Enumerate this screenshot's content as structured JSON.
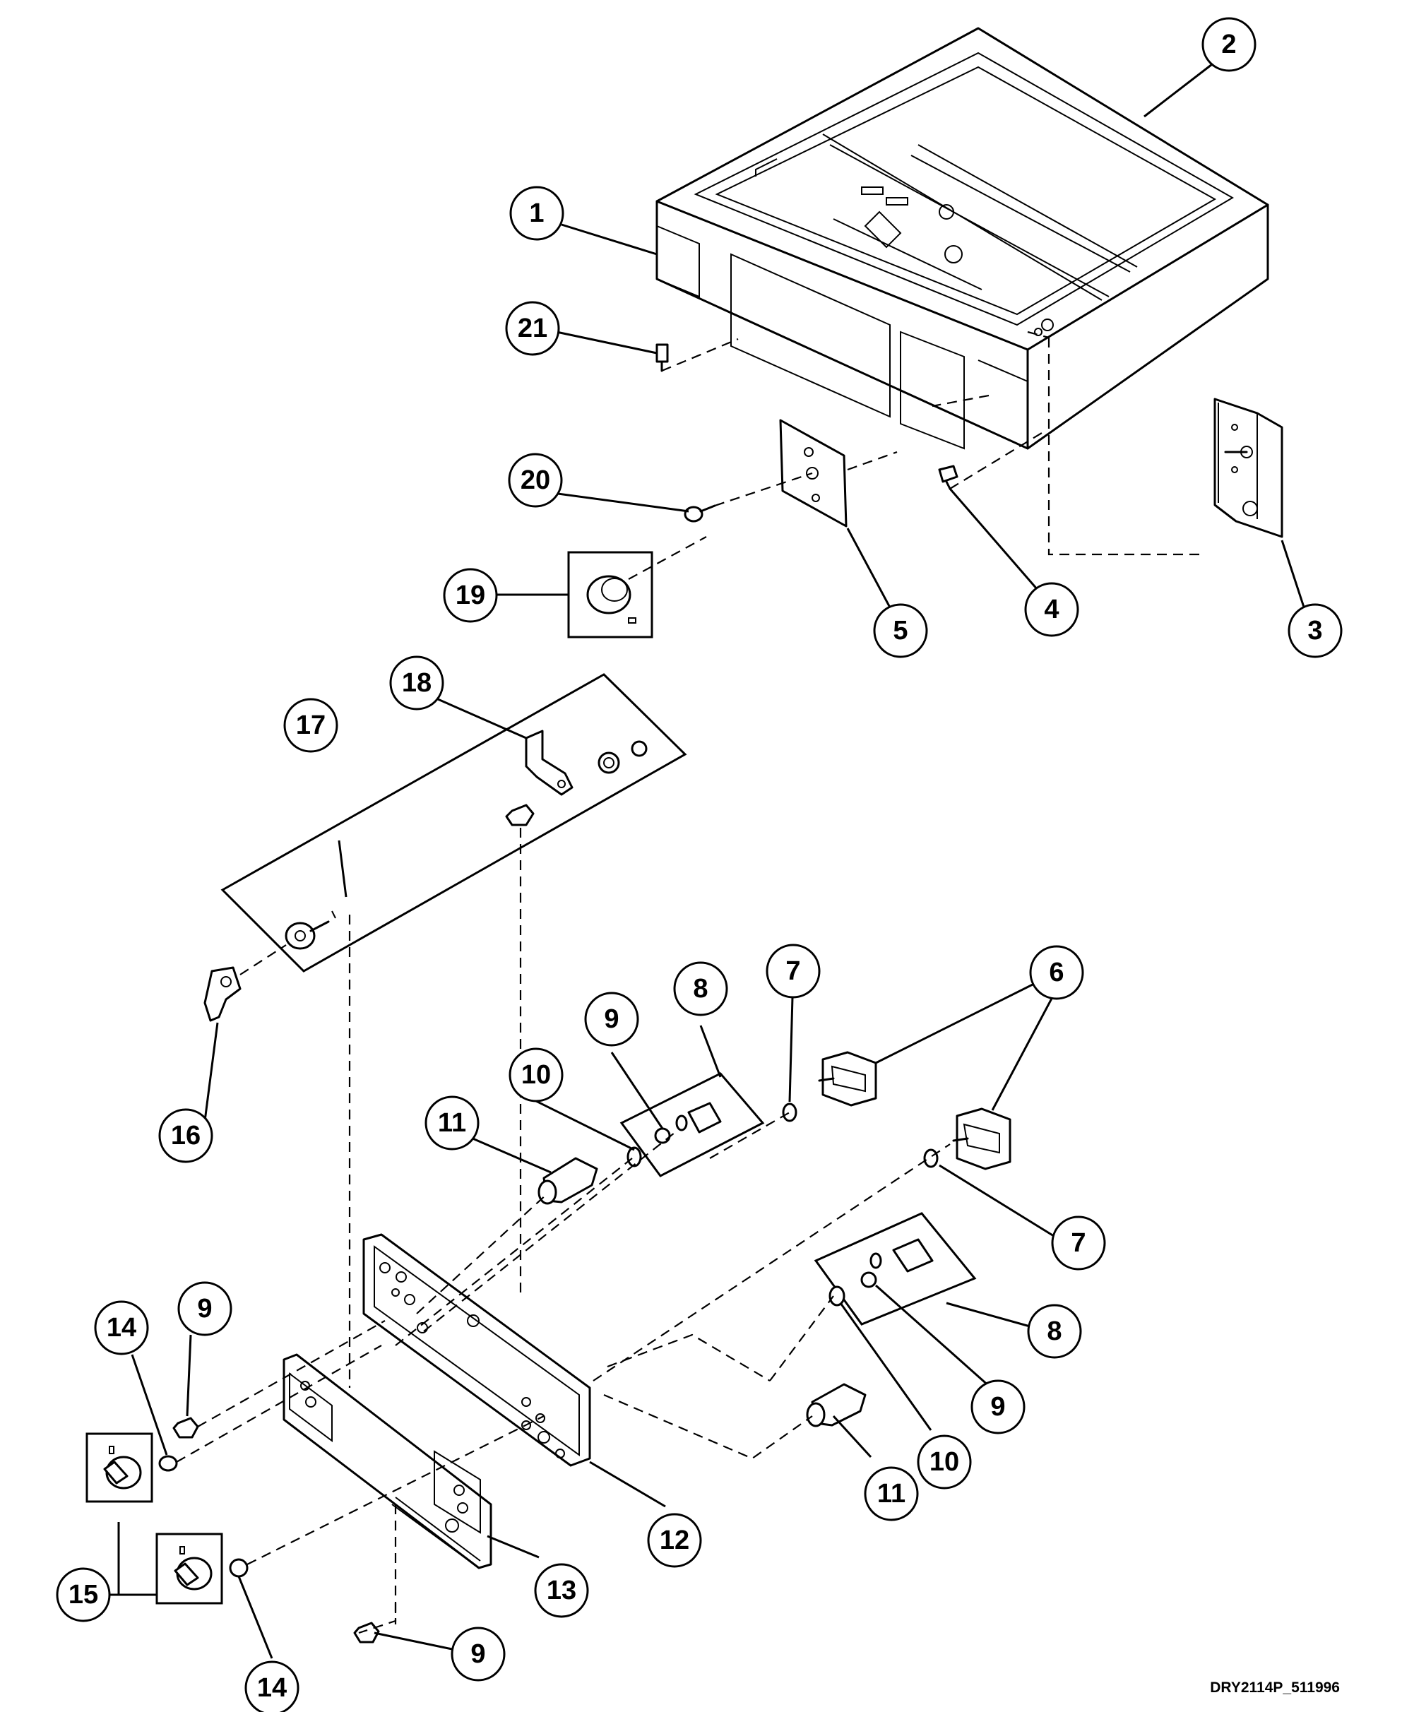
{
  "drawing_id": "DRY2114P_511996",
  "callouts": [
    {
      "id": "c1",
      "label": "1"
    },
    {
      "id": "c2",
      "label": "2"
    },
    {
      "id": "c3",
      "label": "3"
    },
    {
      "id": "c4",
      "label": "4"
    },
    {
      "id": "c5",
      "label": "5"
    },
    {
      "id": "c6a",
      "label": "6"
    },
    {
      "id": "c6b",
      "label": "6"
    },
    {
      "id": "c7a",
      "label": "7"
    },
    {
      "id": "c7b",
      "label": "7"
    },
    {
      "id": "c8a",
      "label": "8"
    },
    {
      "id": "c8b",
      "label": "8"
    },
    {
      "id": "c9a",
      "label": "9"
    },
    {
      "id": "c9b",
      "label": "9"
    },
    {
      "id": "c9c",
      "label": "9"
    },
    {
      "id": "c9d",
      "label": "9"
    },
    {
      "id": "c10a",
      "label": "10"
    },
    {
      "id": "c10b",
      "label": "10"
    },
    {
      "id": "c11a",
      "label": "11"
    },
    {
      "id": "c11b",
      "label": "11"
    },
    {
      "id": "c12",
      "label": "12"
    },
    {
      "id": "c13",
      "label": "13"
    },
    {
      "id": "c14a",
      "label": "14"
    },
    {
      "id": "c14b",
      "label": "14"
    },
    {
      "id": "c15",
      "label": "15"
    },
    {
      "id": "c16",
      "label": "16"
    },
    {
      "id": "c17",
      "label": "17"
    },
    {
      "id": "c18",
      "label": "18"
    },
    {
      "id": "c19",
      "label": "19"
    },
    {
      "id": "c20",
      "label": "20"
    },
    {
      "id": "c21",
      "label": "21"
    }
  ]
}
